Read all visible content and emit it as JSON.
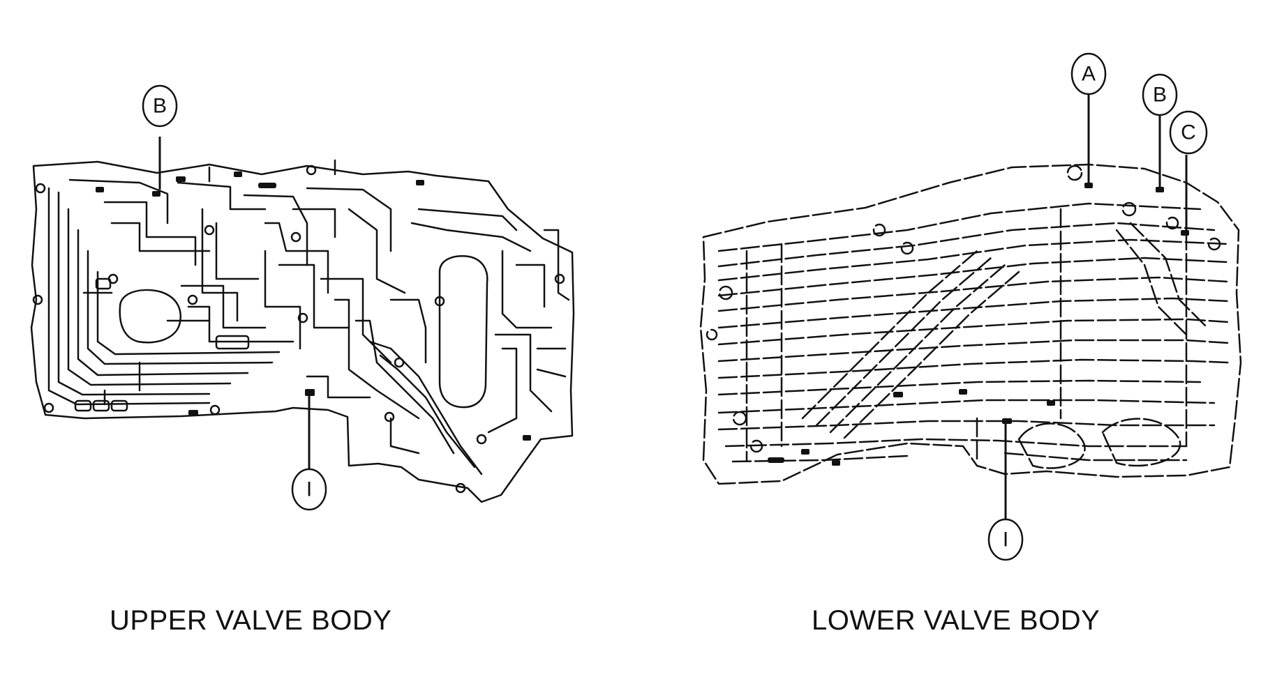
{
  "diagram": {
    "upper": {
      "label": "UPPER VALVE BODY",
      "callouts": [
        "B",
        "I"
      ]
    },
    "lower": {
      "label": "LOWER VALVE BODY",
      "callouts": [
        "A",
        "B",
        "C",
        "I"
      ]
    }
  },
  "colors": {
    "ink": "#111111",
    "background": "#ffffff"
  }
}
